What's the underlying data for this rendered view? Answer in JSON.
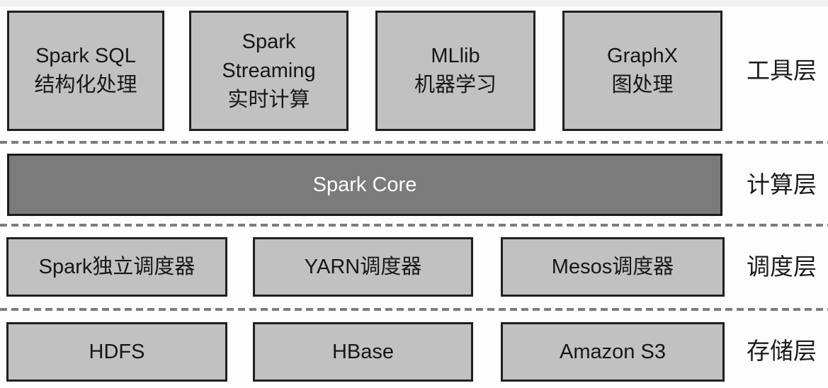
{
  "colors": {
    "box_fill_light": "#c1c1c1",
    "box_fill_dark": "#7b7b7b",
    "box_border": "#202020",
    "text_dark": "#171717",
    "text_light": "#ffffff",
    "divider_dash": "#7d7d7d",
    "background": "#fdfdfd"
  },
  "layers": {
    "tools": {
      "label": "工具层",
      "boxes": [
        {
          "label": "Spark SQL\n结构化处理"
        },
        {
          "label": "Spark\nStreaming\n实时计算"
        },
        {
          "label": "MLlib\n机器学习"
        },
        {
          "label": "GraphX\n图处理"
        }
      ]
    },
    "compute": {
      "label": "计算层",
      "boxes": [
        {
          "label": "Spark Core"
        }
      ]
    },
    "scheduling": {
      "label": "调度层",
      "boxes": [
        {
          "label": "Spark独立调度器"
        },
        {
          "label": "YARN调度器"
        },
        {
          "label": "Mesos调度器"
        }
      ]
    },
    "storage": {
      "label": "存储层",
      "boxes": [
        {
          "label": "HDFS"
        },
        {
          "label": "HBase"
        },
        {
          "label": "Amazon S3"
        }
      ]
    }
  }
}
